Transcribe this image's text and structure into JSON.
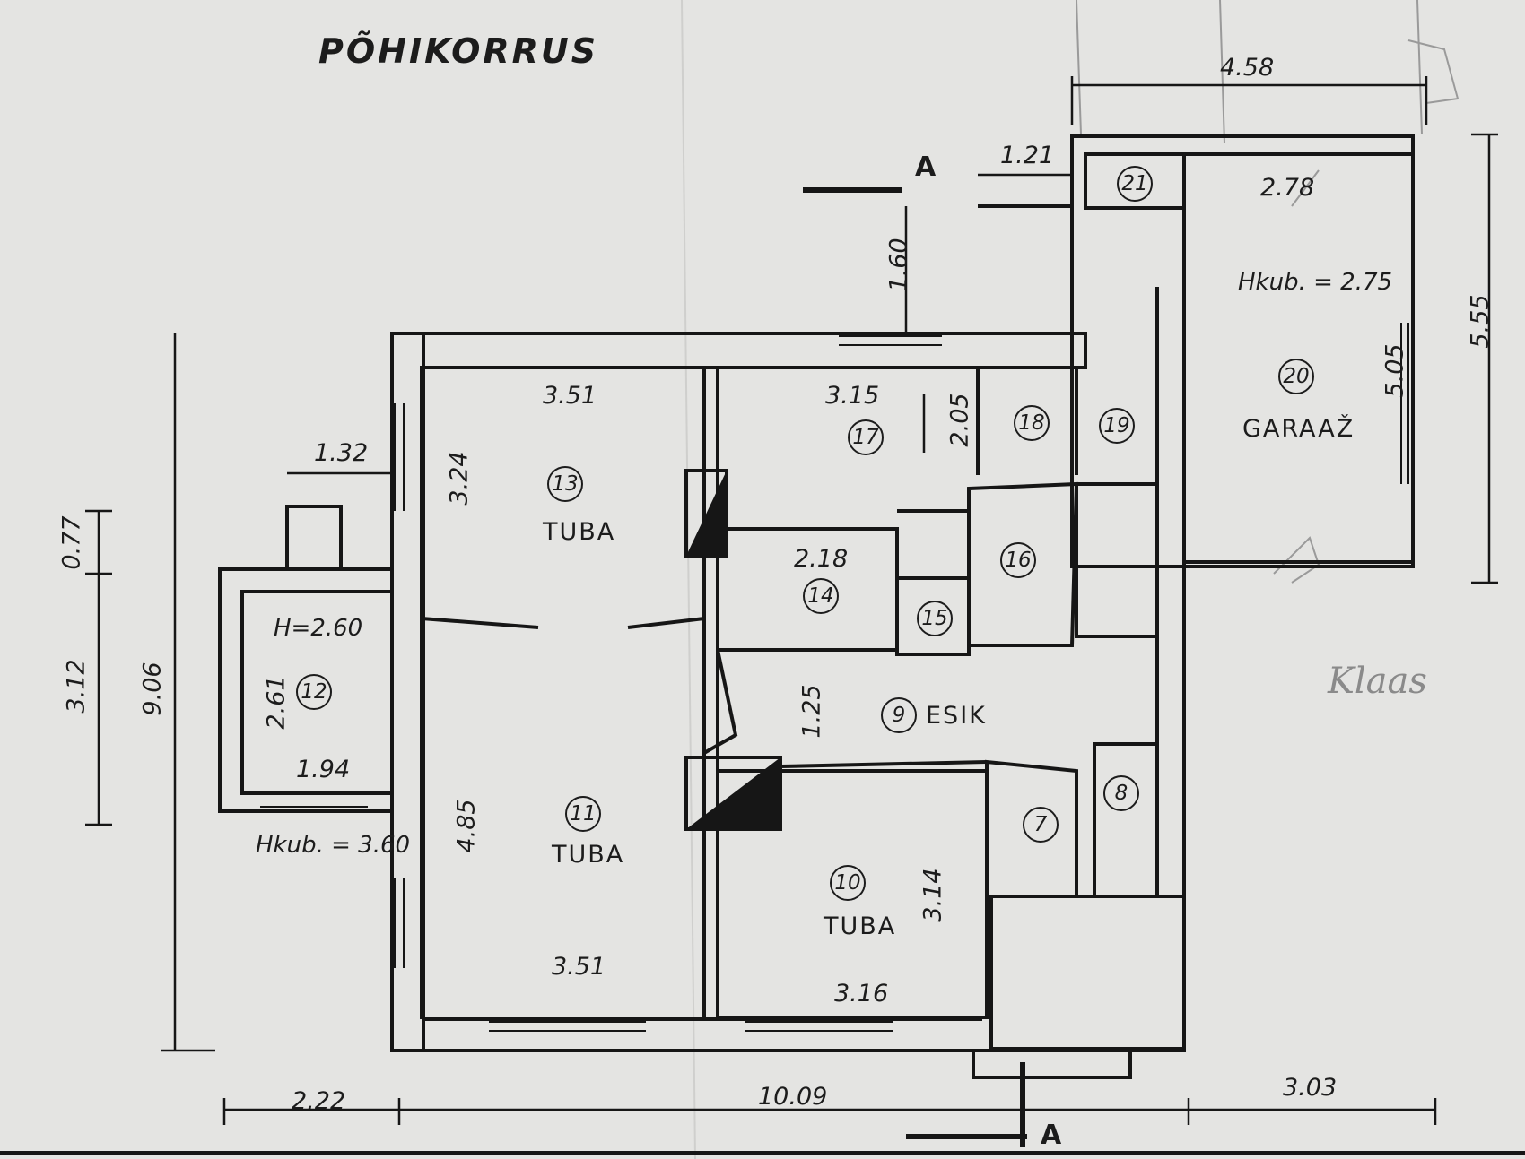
{
  "title": "PÕHIKORRUS",
  "section_marks": {
    "top": "A",
    "bottom": "A"
  },
  "rooms": [
    {
      "no": "9",
      "name": "ESIK"
    },
    {
      "no": "10",
      "name": "TUBA"
    },
    {
      "no": "11",
      "name": "TUBA"
    },
    {
      "no": "12",
      "name": ""
    },
    {
      "no": "13",
      "name": "TUBA"
    },
    {
      "no": "14",
      "name": ""
    },
    {
      "no": "15",
      "name": ""
    },
    {
      "no": "16",
      "name": ""
    },
    {
      "no": "17",
      "name": ""
    },
    {
      "no": "18",
      "name": ""
    },
    {
      "no": "19",
      "name": ""
    },
    {
      "no": "20",
      "name": "GARAAŽ"
    },
    {
      "no": "21",
      "name": ""
    },
    {
      "no": "7",
      "name": ""
    },
    {
      "no": "8",
      "name": ""
    }
  ],
  "dimensions": {
    "top_garage_width": "4.58",
    "d_1_21": "1.21",
    "d_1_60": "1.60",
    "garage_inner_width": "2.78",
    "garage_height_note": "Hkub. = 2.75",
    "garage_depth_total": "5.55",
    "garage_inner_depth": "5.05",
    "room13_width": "3.51",
    "room13_depth": "3.24",
    "room17_width": "3.15",
    "room18_depth": "2.05",
    "room14_width": "2.18",
    "bay_width": "1.32",
    "d_0_77": "0.77",
    "d_3_12": "3.12",
    "d_9_06": "9.06",
    "room12_height": "H=2.60",
    "room12_depth": "2.61",
    "room12_width": "1.94",
    "room12_cubature_note": "Hkub. = 3.60",
    "hall_width": "1.25",
    "room11_depth": "4.85",
    "room11_width": "3.51",
    "room10_depth": "3.14",
    "room10_width": "3.16",
    "bottom_left": "2.22",
    "bottom_middle": "10.09",
    "bottom_right": "3.03"
  },
  "signature": "Klaas"
}
